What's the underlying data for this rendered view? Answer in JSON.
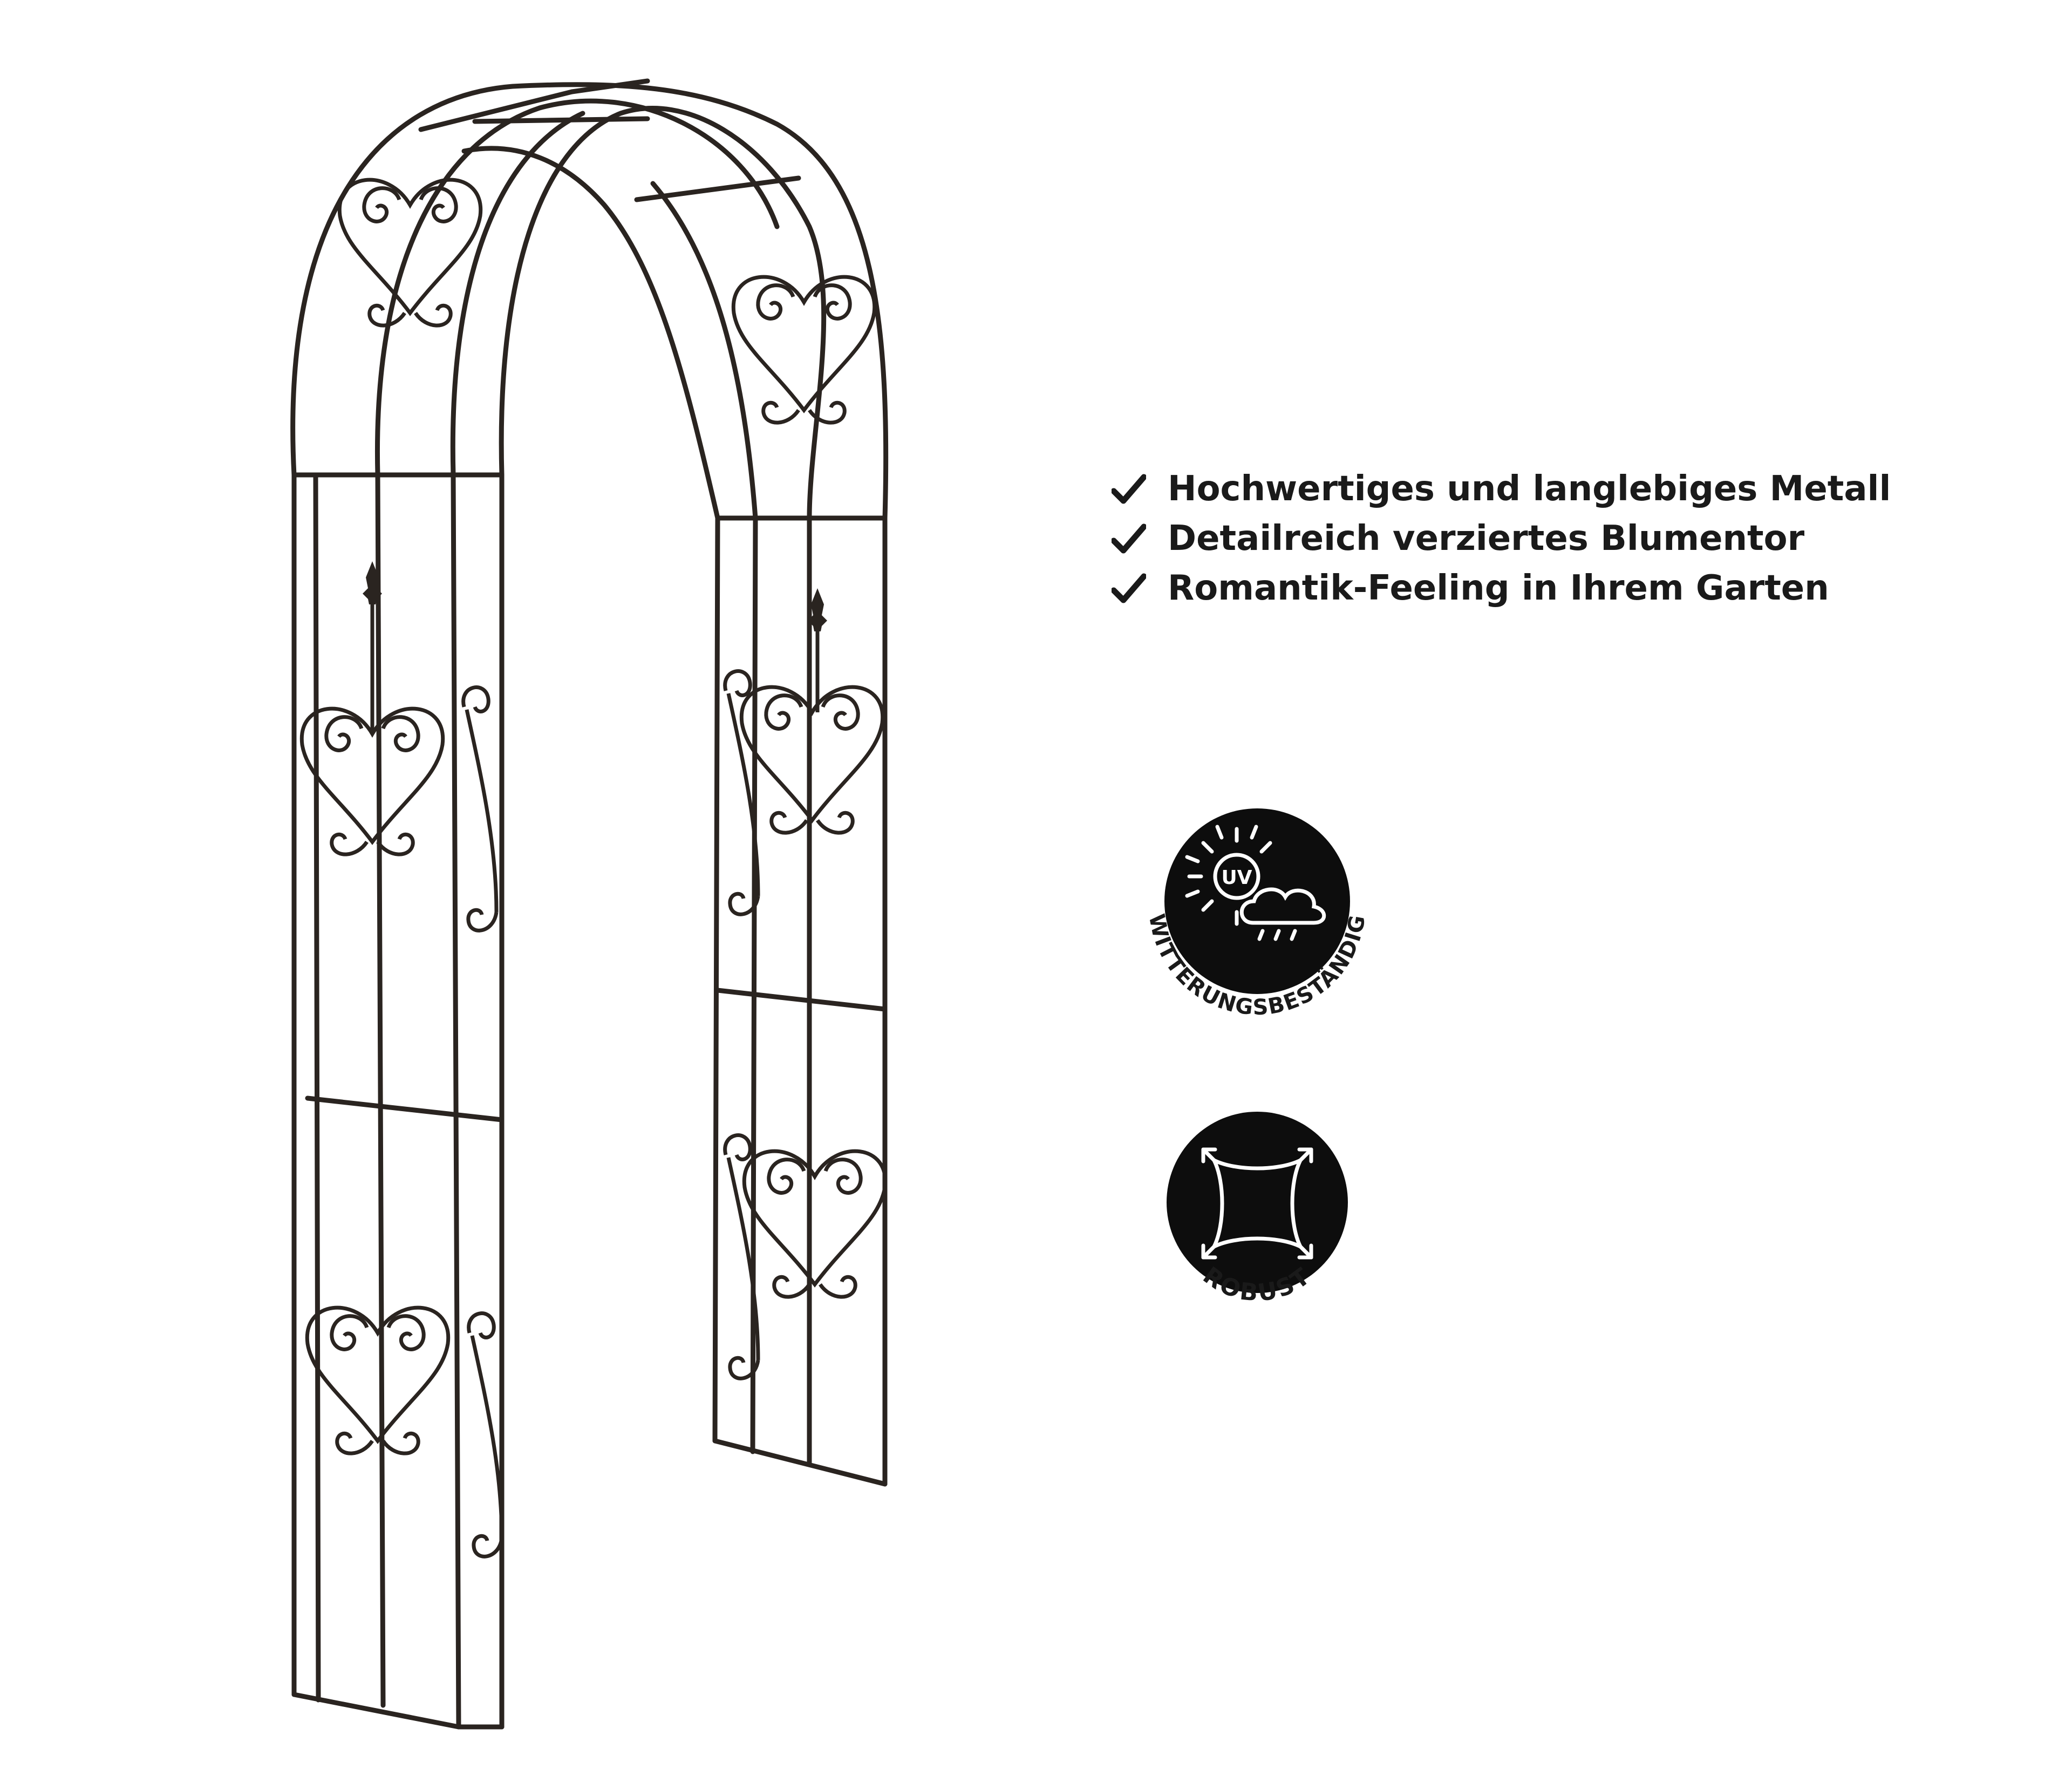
{
  "features": [
    "Hochwertiges und langlebiges Metall",
    "Detailreich verziertes Blumentor",
    "Romantik-Feeling in Ihrem Garten"
  ],
  "badges": {
    "weather": {
      "label": "WITTERUNGSBESTÄNDIG",
      "icon_text": "UV",
      "icon": "sun-cloud-rain-icon"
    },
    "robust": {
      "label": "ROBUST",
      "icon": "robust-stretch-icon"
    }
  },
  "colors": {
    "text": "#1a1a1a",
    "badge_fill": "#0d0d0d",
    "metal": "#2a2420"
  }
}
